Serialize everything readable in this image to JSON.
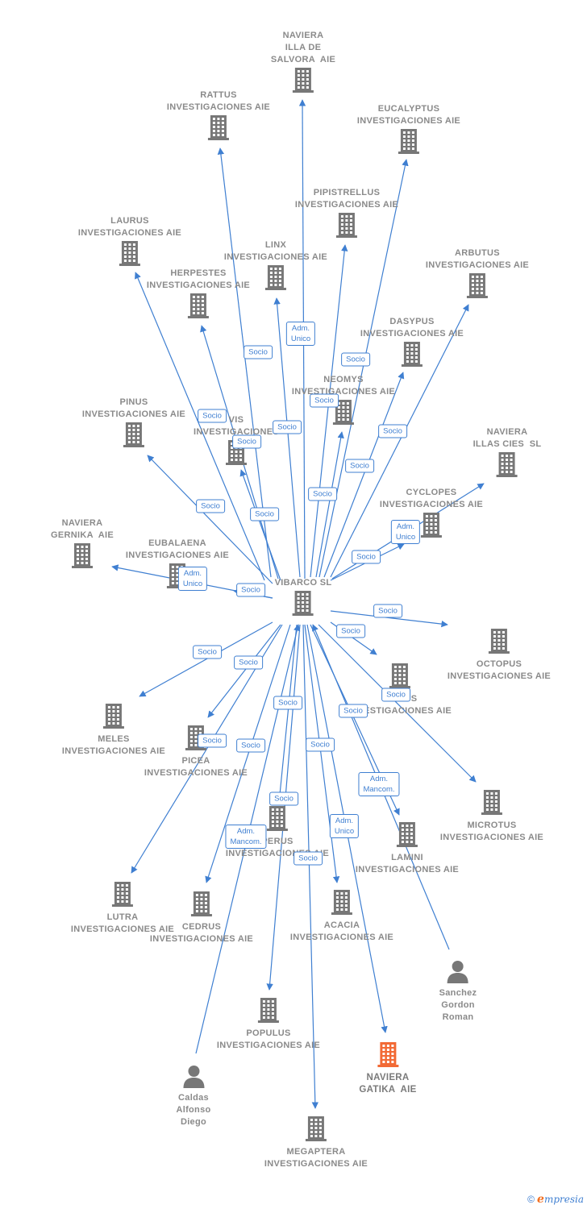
{
  "colors": {
    "edge": "#3f7fd1",
    "building": "#777777",
    "highlight_building": "#f26a35",
    "person": "#777777",
    "label": "#8a8a8a"
  },
  "nodes": [
    {
      "id": "vibarco",
      "label": "VIBARCO SL",
      "kind": "company",
      "icon": "building-icon"
    },
    {
      "id": "illa_salvora",
      "label": "NAVIERA\nILLA DE\nSALVORA  AIE",
      "kind": "company",
      "icon": "building-icon"
    },
    {
      "id": "rattus",
      "label": "RATTUS\nINVESTIGACIONES AIE",
      "kind": "company",
      "icon": "building-icon"
    },
    {
      "id": "eucalyptus",
      "label": "EUCALYPTUS\nINVESTIGACIONES AIE",
      "kind": "company",
      "icon": "building-icon"
    },
    {
      "id": "pipistrellus",
      "label": "PIPISTRELLUS\nINVESTIGACIONES AIE",
      "kind": "company",
      "icon": "building-icon"
    },
    {
      "id": "laurus",
      "label": "LAURUS\nINVESTIGACIONES AIE",
      "kind": "company",
      "icon": "building-icon"
    },
    {
      "id": "linx",
      "label": "LINX\nINVESTIGACIONES AIE",
      "kind": "company",
      "icon": "building-icon"
    },
    {
      "id": "arbutus",
      "label": "ARBUTUS\nINVESTIGACIONES AIE",
      "kind": "company",
      "icon": "building-icon"
    },
    {
      "id": "herpestes",
      "label": "HERPESTES\nINVESTIGACIONES AIE",
      "kind": "company",
      "icon": "building-icon"
    },
    {
      "id": "dasypus",
      "label": "DASYPUS\nINVESTIGACIONES AIE",
      "kind": "company",
      "icon": "building-icon"
    },
    {
      "id": "neomys",
      "label": "NEOMYS\nINVESTIGACIONES AIE",
      "kind": "company",
      "icon": "building-icon"
    },
    {
      "id": "pinus",
      "label": "PINUS\nINVESTIGACIONES AIE",
      "kind": "company",
      "icon": "building-icon"
    },
    {
      "id": "vis",
      "label": "VIS\nINVESTIGACIONES",
      "kind": "company",
      "icon": "building-icon"
    },
    {
      "id": "illas_cies",
      "label": "NAVIERA\nILLAS CIES  SL",
      "kind": "company",
      "icon": "building-icon"
    },
    {
      "id": "cyclopes",
      "label": "CYCLOPES\nINVESTIGACIONES AIE",
      "kind": "company",
      "icon": "building-icon"
    },
    {
      "id": "gernika",
      "label": "NAVIERA\nGERNIKA  AIE",
      "kind": "company",
      "icon": "building-icon"
    },
    {
      "id": "eubalaena",
      "label": "EUBALAENA\nINVESTIGACIONES AIE",
      "kind": "company",
      "icon": "building-icon"
    },
    {
      "id": "octopus",
      "label": "OCTOPUS\nINVESTIGACIONES AIE",
      "kind": "company",
      "icon": "building-icon"
    },
    {
      "id": "c_us",
      "label": "C        S\nINVESTIGACIONES AIE",
      "kind": "company",
      "icon": "building-icon"
    },
    {
      "id": "meles",
      "label": "MELES\nINVESTIGACIONES AIE",
      "kind": "company",
      "icon": "building-icon"
    },
    {
      "id": "picea",
      "label": "PICEA\nINVESTIGACIONES AIE",
      "kind": "company",
      "icon": "building-icon"
    },
    {
      "id": "microtus",
      "label": "MICROTUS\nINVESTIGACIONES AIE",
      "kind": "company",
      "icon": "building-icon"
    },
    {
      "id": "perus",
      "label": "PERUS\nINVESTIGACIONES AIE",
      "kind": "company",
      "icon": "building-icon"
    },
    {
      "id": "lamini",
      "label": "LAMINI\nINVESTIGACIONES AIE",
      "kind": "company",
      "icon": "building-icon"
    },
    {
      "id": "lutra",
      "label": "LUTRA\nINVESTIGACIONES AIE",
      "kind": "company",
      "icon": "building-icon"
    },
    {
      "id": "cedrus",
      "label": "CEDRUS\nINVESTIGACIONES AIE",
      "kind": "company",
      "icon": "building-icon"
    },
    {
      "id": "acacia",
      "label": "ACACIA\nINVESTIGACIONES AIE",
      "kind": "company",
      "icon": "building-icon"
    },
    {
      "id": "sanchez",
      "label": "Sanchez\nGordon\nRoman",
      "kind": "person",
      "icon": "person-icon"
    },
    {
      "id": "populus",
      "label": "POPULUS\nINVESTIGACIONES AIE",
      "kind": "company",
      "icon": "building-icon"
    },
    {
      "id": "gatika",
      "label": "NAVIERA\nGATIKA  AIE",
      "kind": "company",
      "icon": "building-icon",
      "highlight": true
    },
    {
      "id": "caldas",
      "label": "Caldas\nAlfonso\nDiego",
      "kind": "person",
      "icon": "person-icon"
    },
    {
      "id": "megaptera",
      "label": "MEGAPTERA\nINVESTIGACIONES AIE",
      "kind": "company",
      "icon": "building-icon"
    }
  ],
  "edges": [
    {
      "from": "vibarco",
      "to": "illa_salvora",
      "label": "Adm.\nUnico"
    },
    {
      "from": "vibarco",
      "to": "rattus",
      "label": "Socio"
    },
    {
      "from": "vibarco",
      "to": "eucalyptus",
      "label": "Socio"
    },
    {
      "from": "vibarco",
      "to": "pipistrellus",
      "label": "Socio"
    },
    {
      "from": "vibarco",
      "to": "laurus",
      "label": "Socio"
    },
    {
      "from": "vibarco",
      "to": "linx",
      "label": "Socio"
    },
    {
      "from": "vibarco",
      "to": "arbutus",
      "label": "Socio"
    },
    {
      "from": "vibarco",
      "to": "herpestes",
      "label": "Socio"
    },
    {
      "from": "vibarco",
      "to": "dasypus",
      "label": "Socio"
    },
    {
      "from": "vibarco",
      "to": "neomys",
      "label": "Socio"
    },
    {
      "from": "vibarco",
      "to": "pinus",
      "label": "Socio"
    },
    {
      "from": "vibarco",
      "to": "vis",
      "label": "Socio"
    },
    {
      "from": "vibarco",
      "to": "illas_cies",
      "label": "Adm.\nUnico"
    },
    {
      "from": "vibarco",
      "to": "cyclopes",
      "label": "Socio"
    },
    {
      "from": "vibarco",
      "to": "gernika",
      "label": "Adm.\nUnico"
    },
    {
      "from": "vibarco",
      "to": "eubalaena",
      "label": "Socio"
    },
    {
      "from": "vibarco",
      "to": "octopus",
      "label": "Socio"
    },
    {
      "from": "vibarco",
      "to": "c_us",
      "label": "Socio"
    },
    {
      "from": "vibarco",
      "to": "meles",
      "label": "Socio"
    },
    {
      "from": "vibarco",
      "to": "picea",
      "label": "Socio"
    },
    {
      "from": "vibarco",
      "to": "microtus",
      "label": "Socio"
    },
    {
      "from": "vibarco",
      "to": "perus",
      "label": "Socio"
    },
    {
      "from": "vibarco",
      "to": "lamini",
      "label": "Socio"
    },
    {
      "from": "vibarco",
      "to": "lutra",
      "label": "Socio"
    },
    {
      "from": "vibarco",
      "to": "cedrus",
      "label": "Socio"
    },
    {
      "from": "vibarco",
      "to": "acacia",
      "label": "Socio"
    },
    {
      "from": "vibarco",
      "to": "populus",
      "label": "Socio"
    },
    {
      "from": "vibarco",
      "to": "gatika",
      "label": "Adm.\nUnico"
    },
    {
      "from": "vibarco",
      "to": "megaptera",
      "label": "Socio"
    },
    {
      "from": "sanchez",
      "to": "vibarco",
      "label": "Adm.\nMancom."
    },
    {
      "from": "caldas",
      "to": "vibarco",
      "label": "Adm.\nMancom."
    }
  ],
  "footer": {
    "copyright_symbol": "©",
    "brand_initial": "e",
    "brand_rest": "mpresia"
  }
}
